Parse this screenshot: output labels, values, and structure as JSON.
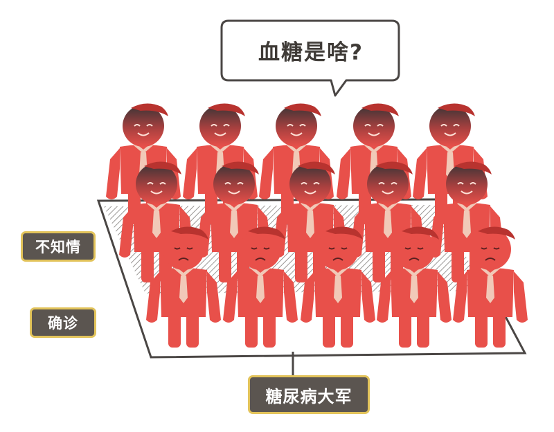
{
  "speech_bubble": {
    "text": "血糖是啥?"
  },
  "labels": {
    "unaware": "不知情",
    "diagnosed": "确诊",
    "army": "糖尿病大军"
  },
  "colors": {
    "figure_red": "#e8504a",
    "figure_dark": "#3a3436",
    "tie": "#f1c9b8",
    "tag_bg": "#5b5550",
    "tag_border": "#e2c35a",
    "outline": "#4a4644"
  },
  "groups": {
    "back_row_smiling": 5,
    "middle_row_smiling": 5,
    "front_row_sad": 5
  }
}
